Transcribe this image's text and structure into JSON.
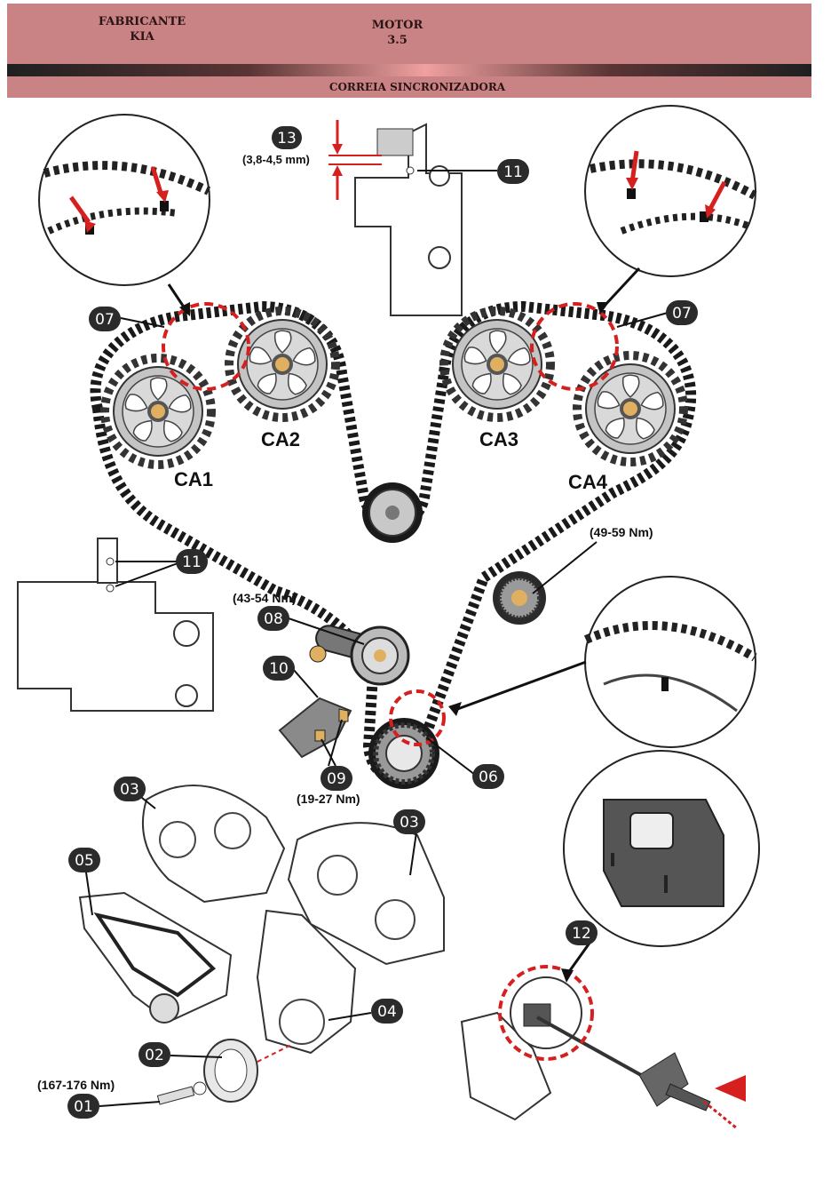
{
  "header": {
    "maker_label": "FABRICANTE",
    "maker_value": "KIA",
    "engine_label": "MOTOR",
    "engine_value": "3.5",
    "section_title": "CORREIA SINCRONIZADORA"
  },
  "callouts": {
    "c01": "01",
    "c02": "02",
    "c03a": "03",
    "c03b": "03",
    "c04": "04",
    "c05": "05",
    "c06": "06",
    "c07a": "07",
    "c07b": "07",
    "c08": "08",
    "c09": "09",
    "c10": "10",
    "c11a": "11",
    "c11b": "11",
    "c12": "12",
    "c13": "13"
  },
  "labels": {
    "ca1": "CA1",
    "ca2": "CA2",
    "ca3": "CA3",
    "ca4": "CA4"
  },
  "specs": {
    "gap": "(3,8-4,5 mm)",
    "torque_idler": "(49-59 Nm)",
    "torque_tensioner": "(43-54 Nm)",
    "torque_bracket": "(19-27 Nm)",
    "torque_crank": "(167-176 Nm)"
  },
  "colors": {
    "header_bg": "#c98384",
    "callout_bg": "#2b2b2b",
    "accent_red": "#d62020",
    "gear_grey": "#bdbdbd"
  }
}
